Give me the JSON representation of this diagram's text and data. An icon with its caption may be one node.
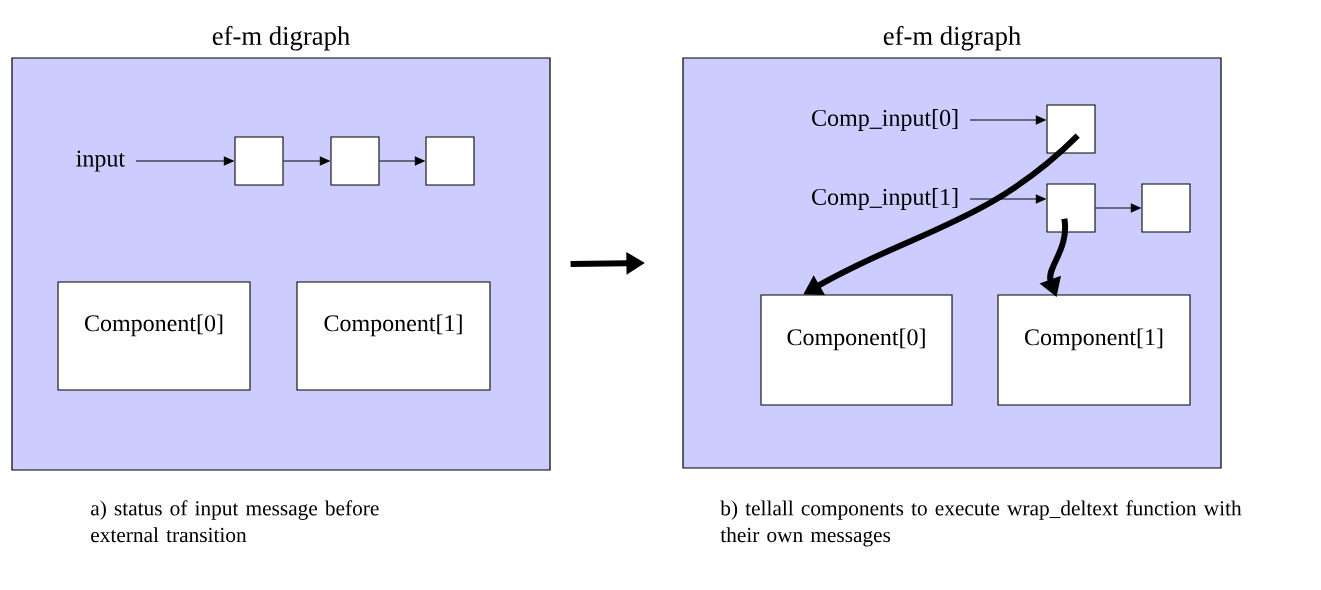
{
  "diagram": {
    "nodes": [
      {
        "text": [
          "ef-m digraph"
        ]
      },
      {
        "text": [
          "input"
        ],
        "in": 0
      },
      {
        "text": [],
        "shape": "box",
        "in": 0
      },
      {
        "text": [],
        "shape": "box",
        "in": 0
      },
      {
        "text": [],
        "shape": "box",
        "in": 0
      },
      {
        "text": [
          "Component[0]"
        ],
        "in": 0
      },
      {
        "text": [
          "Component[1]"
        ],
        "in": 0
      },
      {
        "text": [
          "ef-m digraph"
        ]
      },
      {
        "text": [
          "Comp_input[0]"
        ],
        "in": 7
      },
      {
        "text": [],
        "shape": "box",
        "in": 7
      },
      {
        "text": [
          "Comp_input[1]"
        ],
        "in": 7
      },
      {
        "text": [],
        "shape": "box",
        "in": 7
      },
      {
        "text": [],
        "shape": "box",
        "in": 7
      },
      {
        "text": [
          "Component[0]"
        ],
        "in": 7
      },
      {
        "text": [
          "Component[1]"
        ],
        "in": 7
      }
    ],
    "edges": [
      {
        "from": 1,
        "to": 2,
        "arrow": "to"
      },
      {
        "from": 2,
        "to": 3,
        "arrow": "to"
      },
      {
        "from": 3,
        "to": 4,
        "arrow": "to"
      },
      {
        "from": 0,
        "to": 7,
        "arrow": "to",
        "style": "thick"
      },
      {
        "from": 8,
        "to": 9,
        "arrow": "to"
      },
      {
        "from": 10,
        "to": 11,
        "arrow": "to"
      },
      {
        "from": 11,
        "to": 12,
        "arrow": "to"
      },
      {
        "from": 9,
        "to": 13,
        "arrow": "to",
        "style": "thick"
      },
      {
        "from": 11,
        "to": 14,
        "arrow": "to",
        "style": "thick"
      }
    ],
    "labels": [
      "a) status of input message before external transition",
      "b) tellall components to execute wrap_deltext function with their own messages"
    ]
  }
}
